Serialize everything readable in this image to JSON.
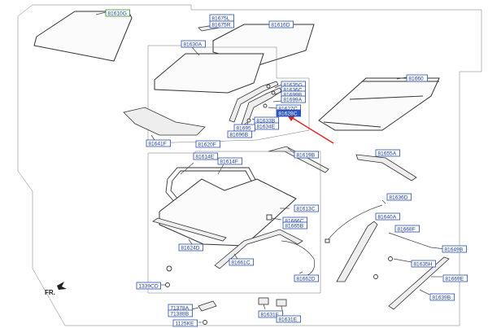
{
  "diagram": {
    "front_label": "FR.",
    "colors": {
      "label_border": "#2a4fb0",
      "label_text": "#1d3f9a",
      "highlight": "#2a56c6",
      "arrow": "#e0201c"
    },
    "labels": [
      {
        "id": "81610G"
      },
      {
        "id": "81675L"
      },
      {
        "id": "81675R"
      },
      {
        "id": "81616D"
      },
      {
        "id": "81630A"
      },
      {
        "id": "81635G"
      },
      {
        "id": "81636C"
      },
      {
        "id": "81699B"
      },
      {
        "id": "81699A"
      },
      {
        "id": "81627C"
      },
      {
        "id": "81628C",
        "highlight": true
      },
      {
        "id": "81633B"
      },
      {
        "id": "81634E"
      },
      {
        "id": "81695"
      },
      {
        "id": "81696B"
      },
      {
        "id": "81660"
      },
      {
        "id": "81641F"
      },
      {
        "id": "81620F"
      },
      {
        "id": "81619B"
      },
      {
        "id": "81655A"
      },
      {
        "id": "81614E"
      },
      {
        "id": "81614F"
      },
      {
        "id": "81636D"
      },
      {
        "id": "81613C"
      },
      {
        "id": "81666C"
      },
      {
        "id": "81665B"
      },
      {
        "id": "81640A"
      },
      {
        "id": "81668F"
      },
      {
        "id": "81624D"
      },
      {
        "id": "81649B"
      },
      {
        "id": "81661C"
      },
      {
        "id": "81635H"
      },
      {
        "id": "81662D"
      },
      {
        "id": "81669E"
      },
      {
        "id": "1339CD"
      },
      {
        "id": "81639B"
      },
      {
        "id": "71378A"
      },
      {
        "id": "71388B"
      },
      {
        "id": "81631F"
      },
      {
        "id": "81631E"
      },
      {
        "id": "1125KE"
      }
    ]
  }
}
